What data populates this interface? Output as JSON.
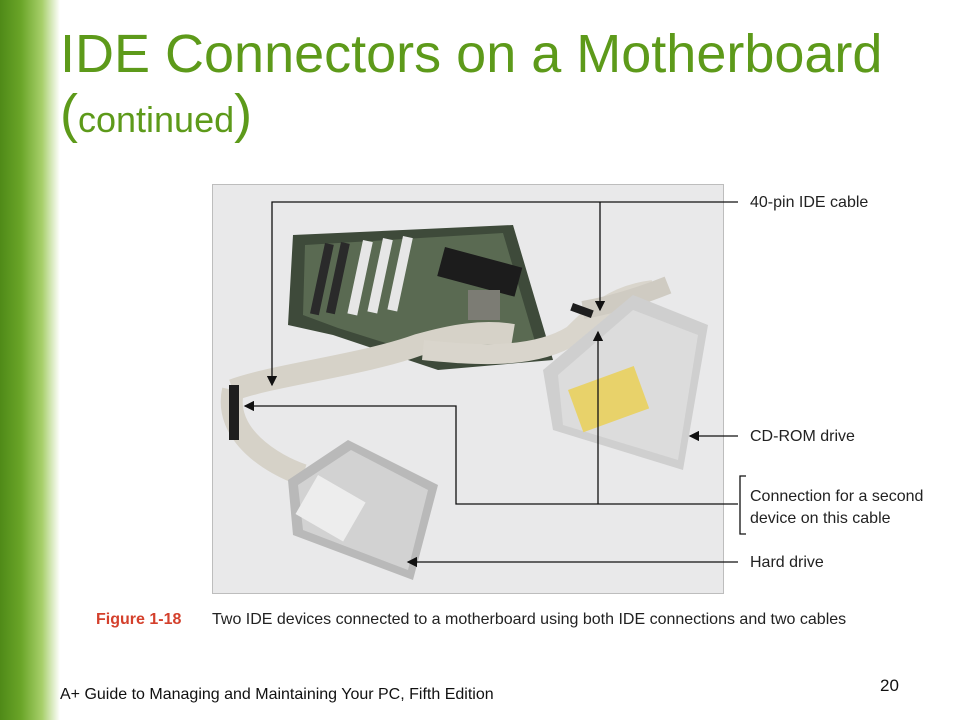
{
  "slide": {
    "title_main": "IDE Connectors on a Motherboard (",
    "title_small": "continued",
    "title_close": ")",
    "footer": "A+ Guide to Managing and Maintaining Your PC, Fifth Edition",
    "page_number": "20"
  },
  "figure": {
    "labels": {
      "ide_cable": "40-pin IDE cable",
      "cdrom": "CD-ROM drive",
      "second_device_line1": "Connection for a second",
      "second_device_line2": "device on this cable",
      "hard_drive": "Hard drive"
    },
    "caption_number": "Figure 1-18",
    "caption_text": "Two IDE devices connected to a motherboard using both IDE connections and two cables"
  },
  "colors": {
    "title": "#5d9a1a",
    "caption_number": "#d4402c",
    "leftbar": "#6aa528"
  }
}
